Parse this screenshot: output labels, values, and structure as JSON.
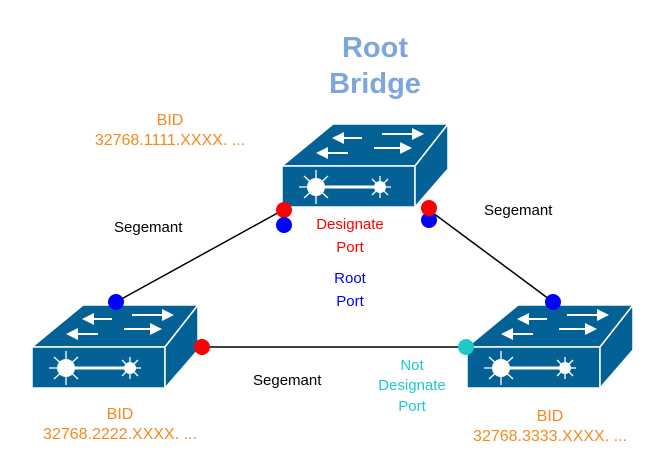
{
  "title": {
    "line1": "Root",
    "line2": "Bridge",
    "color": "#7ea6dc"
  },
  "colors": {
    "switch_body": "#046195",
    "switch_line": "#ffffff",
    "link": "#000000",
    "designated_port": "#ff0000",
    "root_port": "#0000ff",
    "non_designated_port": "#1fc9c9",
    "bid_text": "#f5891f"
  },
  "switches": [
    {
      "id": "root",
      "role": "Root Bridge",
      "bid_label": "BID",
      "bid_value": "32768.1111.XXXX. ..."
    },
    {
      "id": "left",
      "bid_label": "BID",
      "bid_value": "32768.2222.XXXX. ..."
    },
    {
      "id": "right",
      "bid_label": "BID",
      "bid_value": "32768.3333.XXXX. ..."
    }
  ],
  "segments": [
    {
      "label": "Segemant",
      "from": "root",
      "to": "left"
    },
    {
      "label": "Segemant",
      "from": "root",
      "to": "right"
    },
    {
      "label": "Segemant",
      "from": "left",
      "to": "right"
    }
  ],
  "port_labels": {
    "designated": {
      "line1": "Designate",
      "line2": "Port"
    },
    "root": {
      "line1": "Root",
      "line2": "Port"
    },
    "non_designated": {
      "line1": "Not",
      "line2": "Designate",
      "line3": "Port"
    }
  }
}
